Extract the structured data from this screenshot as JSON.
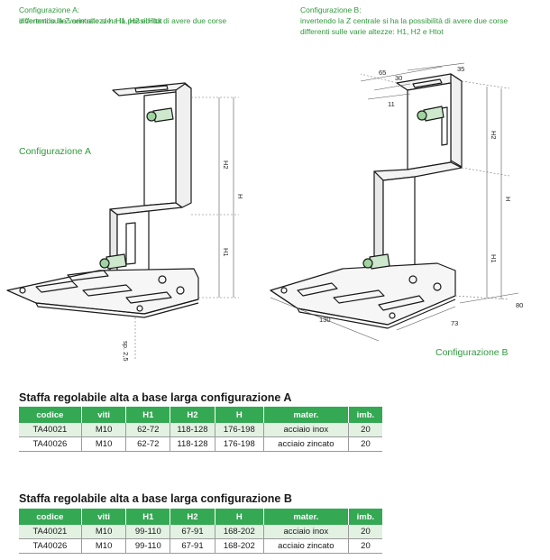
{
  "notes": {
    "a": {
      "title": "Configurazione A:",
      "line1": "invertendo la Z centrale si ha la possibilità di avere due corse",
      "line2": "differenti sulle varie altezze: H1, H2 e Htot"
    },
    "b": {
      "title": "Configurazione B:",
      "line1": "invertendo la Z centrale si ha la possibilità di avere due corse",
      "line2": "differenti sulle varie altezze: H1, H2 e Htot"
    }
  },
  "drawing_a": {
    "caption": "Configurazione A",
    "dims": {
      "h2": "H2",
      "h": "H",
      "h1": "H1",
      "sp": "sp. 2,5"
    }
  },
  "drawing_b": {
    "caption": "Configurazione B",
    "dims": {
      "d65": "65",
      "d30": "30",
      "d35": "35",
      "d11": "11",
      "h2": "H2",
      "h": "H",
      "h1": "H1",
      "d130": "130",
      "d73": "73",
      "d80": "80"
    }
  },
  "table_a": {
    "title": "Staffa regolabile alta a base larga configurazione A",
    "headers": [
      "codice",
      "viti",
      "H1",
      "H2",
      "H",
      "mater.",
      "imb."
    ],
    "rows": [
      [
        "TA40021",
        "M10",
        "62-72",
        "118-128",
        "176-198",
        "acciaio inox",
        "20"
      ],
      [
        "TA40026",
        "M10",
        "62-72",
        "118-128",
        "176-198",
        "acciaio zincato",
        "20"
      ]
    ]
  },
  "table_b": {
    "title": "Staffa regolabile alta a base larga configurazione B",
    "headers": [
      "codice",
      "viti",
      "H1",
      "H2",
      "H",
      "mater.",
      "imb."
    ],
    "rows": [
      [
        "TA40021",
        "M10",
        "99-110",
        "67-91",
        "168-202",
        "acciaio inox",
        "20"
      ],
      [
        "TA40026",
        "M10",
        "99-110",
        "67-91",
        "168-202",
        "acciaio zincato",
        "20"
      ]
    ]
  },
  "colors": {
    "accent": "#35a854",
    "note_text": "#2f9a3c",
    "row_tint": "#e3f1e3"
  }
}
